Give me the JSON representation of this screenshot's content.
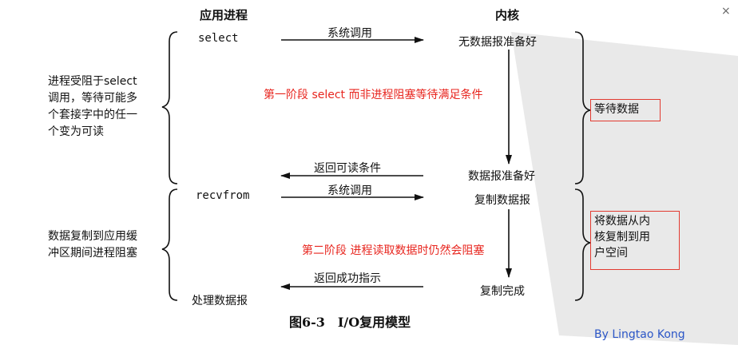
{
  "header": {
    "app_process": "应用进程",
    "kernel": "内核"
  },
  "app": {
    "select": "select",
    "recvfrom": "recvfrom",
    "process_datagram": "处理数据报"
  },
  "arrows": {
    "syscall_1": "系统调用",
    "return_readable": "返回可读条件",
    "syscall_2": "系统调用",
    "return_success": "返回成功指示"
  },
  "kernel": {
    "no_datagram": "无数据报准备好",
    "datagram_ready": "数据报准备好",
    "copy_datagram": "复制数据报",
    "copy_done": "复制完成"
  },
  "left_notes": {
    "phase1": [
      "进程受阻于select",
      "调用，等待可能多",
      "个套接字中的任一",
      "个变为可读"
    ],
    "phase2": [
      "数据复制到应用缓",
      "冲区期间进程阻塞"
    ]
  },
  "right_notes": {
    "wait": "等待数据",
    "copy": [
      "将数据从内",
      "核复制到用",
      "户空间"
    ]
  },
  "annotations": {
    "phase1": "第一阶段 select 而非进程阻塞等待满足条件",
    "phase2": "第二阶段 进程读取数据时仍然会阻塞"
  },
  "caption": "图6-3　I/O复用模型",
  "author": "By Lingtao Kong",
  "close_symbol": "×",
  "colors": {
    "annotation": "#e8261f",
    "author": "#2b56c7",
    "box_border": "#e23a30"
  }
}
